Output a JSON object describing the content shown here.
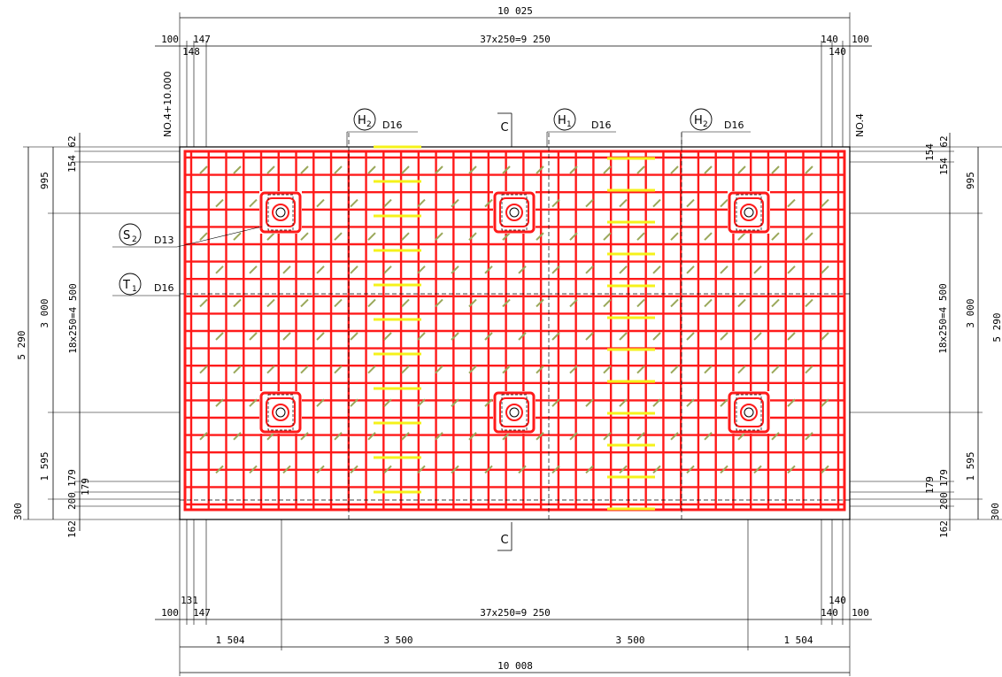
{
  "colors": {
    "rebar": "#ff1a1a",
    "tie": "#9aa85a",
    "hoop": "#f5f21a",
    "outline": "#000000",
    "background": "#ffffff"
  },
  "dimensions": {
    "top_total": "10 025",
    "top_left_100": "100",
    "top_left_147": "147",
    "top_left_148": "148",
    "top_spacing": "37x250=9 250",
    "top_right_140a": "140",
    "top_right_140b": "140",
    "top_right_100": "100",
    "bottom_total": "10 008",
    "bottom_left_100": "100",
    "bottom_left_131": "131",
    "bottom_left_147": "147",
    "bottom_spacing": "37x250=9 250",
    "bottom_right_140a": "140",
    "bottom_right_140b": "140",
    "bottom_right_100": "100",
    "bottom_seg1": "1 504",
    "bottom_seg2": "3 500",
    "bottom_seg3": "3 500",
    "bottom_seg4": "1 504",
    "left_total": "5 290",
    "left_995": "995",
    "left_3000": "3 000",
    "left_1595": "1 595",
    "left_300": "300",
    "left_62": "62",
    "left_154": "154",
    "left_spacing": "18x250=4 500",
    "left_179a": "179",
    "left_179b": "179",
    "left_200": "200",
    "left_162": "162",
    "right_total": "5 290",
    "right_995": "995",
    "right_3000": "3 000",
    "right_1595": "1 595",
    "right_300": "300",
    "right_62": "62",
    "right_154a": "154",
    "right_154b": "154",
    "right_spacing": "18x250=4 500",
    "right_179a": "179",
    "right_179b": "179",
    "right_200": "200",
    "right_162": "162"
  },
  "labels": {
    "station_left": "NO.4+10.000",
    "station_right": "NO.4",
    "section_top": "C",
    "section_bottom": "C",
    "h2_left_main": "H",
    "h2_left_sub": "2",
    "h2_left_bar": "D16",
    "h1_main": "H",
    "h1_sub": "1",
    "h1_bar": "D16",
    "h2_right_main": "H",
    "h2_right_sub": "2",
    "h2_right_bar": "D16",
    "s2_main": "S",
    "s2_sub": "2",
    "s2_bar": "D13",
    "t1_main": "T",
    "t1_sub": "1",
    "t1_bar": "D16"
  }
}
